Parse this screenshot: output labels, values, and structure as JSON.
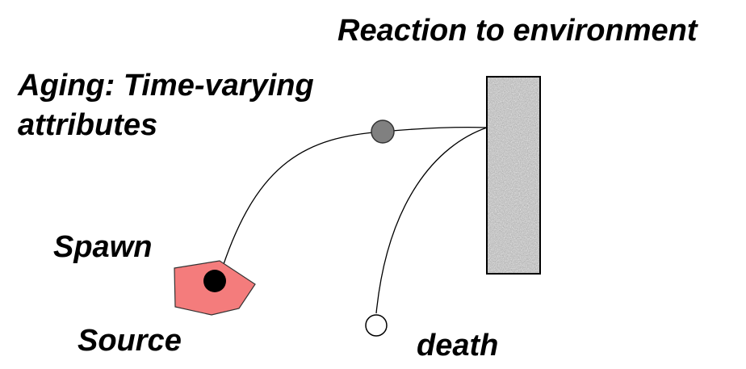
{
  "labels": {
    "reaction": "Reaction to environment",
    "aging_line1": "Aging: Time-varying",
    "aging_line2": "attributes",
    "spawn": "Spawn",
    "source": "Source",
    "death": "death"
  },
  "colors": {
    "source_fill": "#f47c7c",
    "spawn_particle": "#000000",
    "aged_particle": "#808080",
    "dead_particle": "#ffffff",
    "wall_base": "#b8b8b8"
  },
  "icons": {
    "wall": "textured-wall-obstacle",
    "source": "polygon-emitter"
  }
}
